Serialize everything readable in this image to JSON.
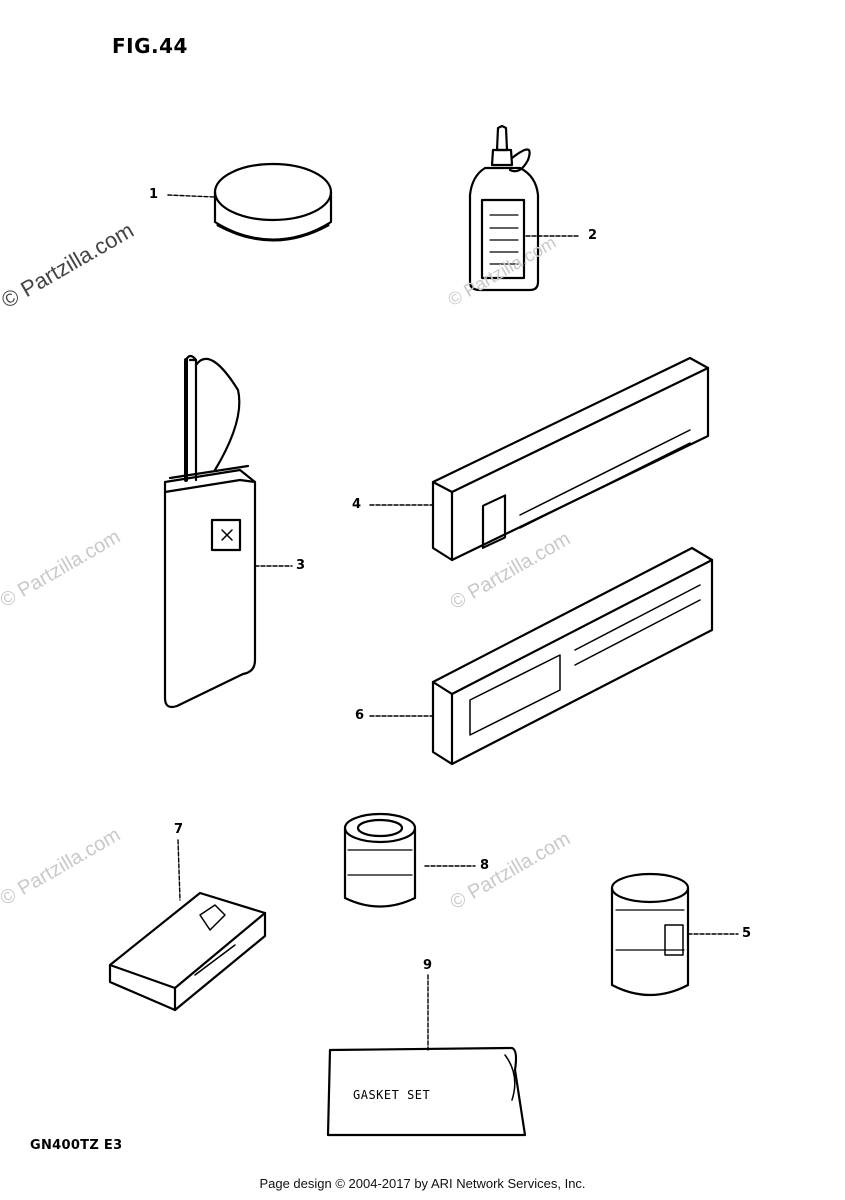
{
  "figure": {
    "title": "FIG.44"
  },
  "model": {
    "code": "GN400TZ E3"
  },
  "footer": {
    "text": "Page design © 2004-2017 by ARI Network Services, Inc."
  },
  "watermark": {
    "text": "© Partzilla.com"
  },
  "parts": [
    {
      "number": "1"
    },
    {
      "number": "2"
    },
    {
      "number": "3"
    },
    {
      "number": "4"
    },
    {
      "number": "5"
    },
    {
      "number": "6"
    },
    {
      "number": "7"
    },
    {
      "number": "8"
    },
    {
      "number": "9",
      "label": "GASKET SET"
    }
  ],
  "colors": {
    "ink": "#000000",
    "watermark": "#c9c9c9"
  }
}
